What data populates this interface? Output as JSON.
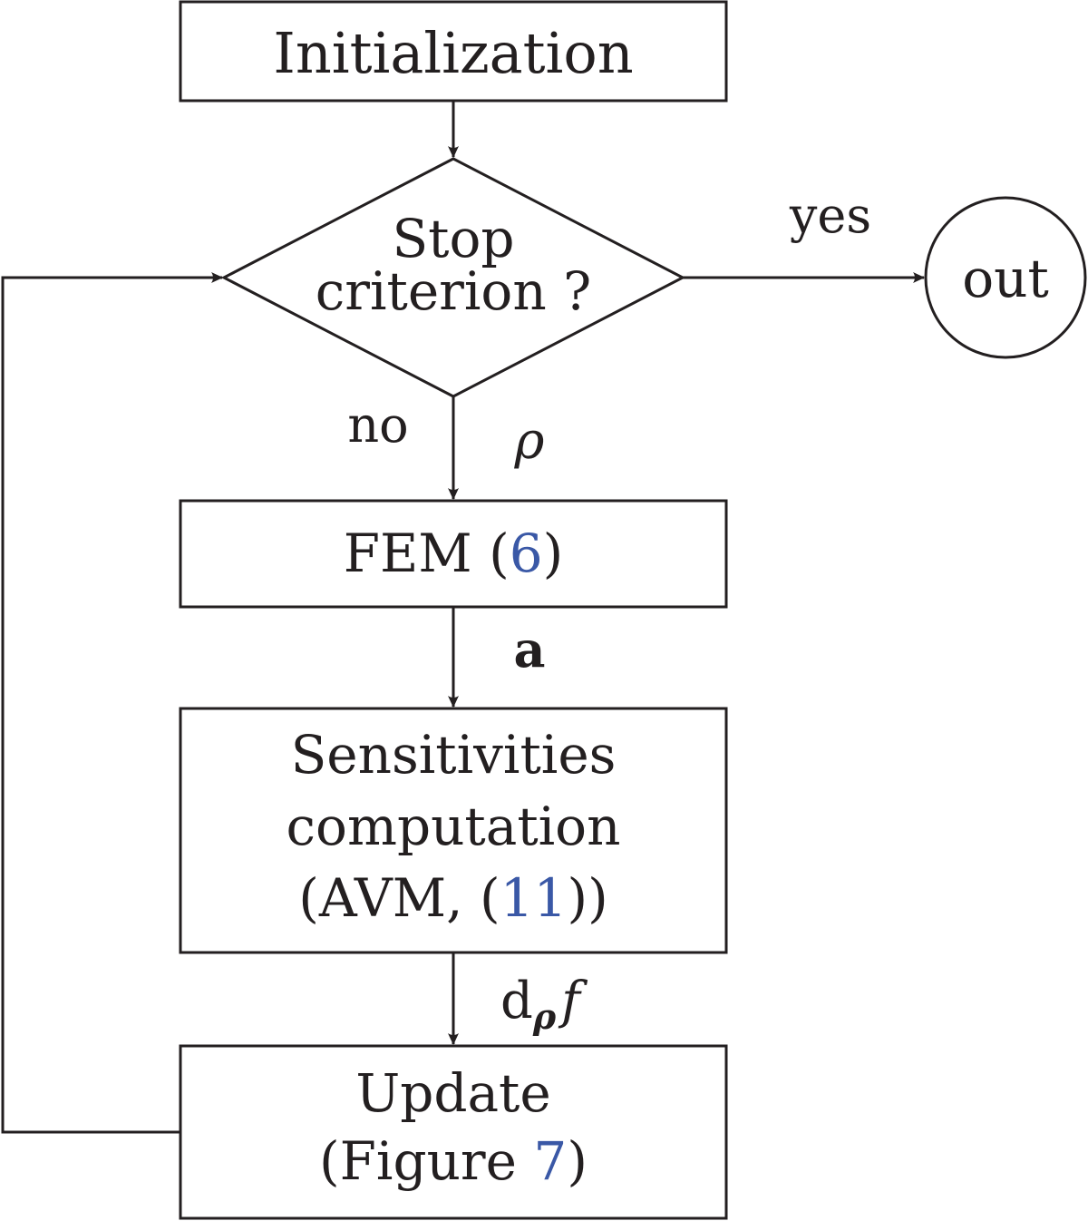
{
  "diagram": {
    "colors": {
      "stroke": "#231f20",
      "text": "#231f20",
      "reference_link": "#3a58a6"
    },
    "nodes": {
      "initialization": {
        "label": "Initialization"
      },
      "stop_criterion": {
        "line1": "Stop",
        "line2": "criterion ?"
      },
      "out": {
        "label": "out"
      },
      "fem": {
        "prefix": "FEM (",
        "ref": "6",
        "suffix": ")"
      },
      "sensitivities": {
        "line1": "Sensitivities",
        "line2": "computation",
        "line3_prefix": "(AVM, (",
        "line3_ref": "11",
        "line3_suffix": "))"
      },
      "update": {
        "line1": "Update",
        "line2_prefix": "(Figure ",
        "line2_ref": "7",
        "line2_suffix": ")"
      }
    },
    "edge_labels": {
      "yes": "yes",
      "no": "no",
      "rho": "ρ",
      "a": "a",
      "d_prefix": "d",
      "d_subscript": "ρ",
      "d_f": "f"
    }
  }
}
